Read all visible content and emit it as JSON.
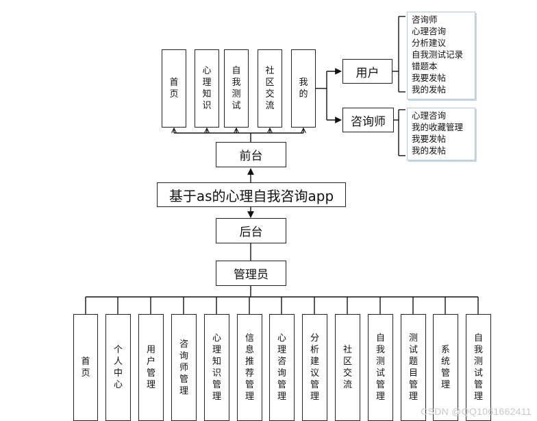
{
  "title": "基于as的心理自我咨询app",
  "frontend": {
    "label": "前台",
    "modules": [
      "首页",
      "心理知识",
      "自我测试",
      "社区交流",
      "我的"
    ],
    "roles": [
      {
        "label": "用户",
        "items": [
          "咨询师",
          "心理咨询",
          "分析建议",
          "自我测试记录",
          "错题本",
          "我要发帖",
          "我的发帖"
        ]
      },
      {
        "label": "咨询师",
        "items": [
          "心理咨询",
          "我的收藏管理",
          "我要发帖",
          "我的发帖"
        ]
      }
    ]
  },
  "backend": {
    "label": "后台",
    "admin": {
      "label": "管理员"
    },
    "modules": [
      "首页",
      "个人中心",
      "用户管理",
      "咨询师管理",
      "心理知识管理",
      "信息推荐管理",
      "心理咨询管理",
      "分析建议管理",
      "社区交流",
      "自我测试管理",
      "测试题目管理",
      "系统管理",
      "自我测试管理"
    ]
  },
  "watermark": "CSDN @QQ1061662411"
}
